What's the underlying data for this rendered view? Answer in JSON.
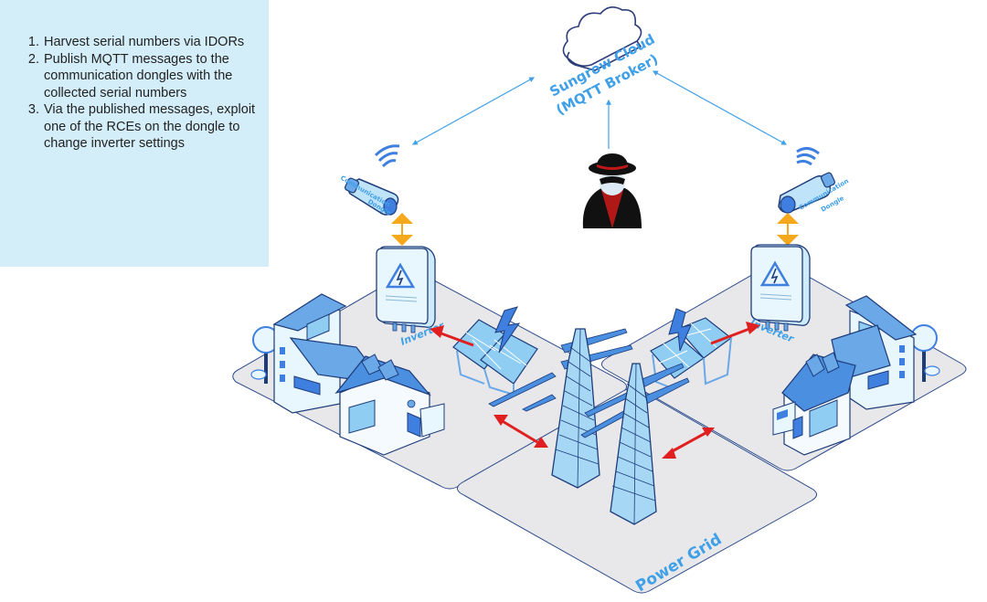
{
  "attack_steps": {
    "items": [
      "Harvest serial numbers via IDORs",
      "Publish MQTT messages to the communication dongles with the collected serial numbers",
      "Via the published messages, exploit one of the RCEs on the dongle to change inverter settings"
    ]
  },
  "labels": {
    "cloud_line1": "Sungrow Cloud",
    "cloud_line2": "(MQTT Broker)",
    "dongle_left_line1": "Communication",
    "dongle_left_line2": "Dongle",
    "dongle_right_line1": "Communication",
    "dongle_right_line2": "Dongle",
    "inverter_left": "Inverter",
    "inverter_right": "Inverter",
    "power_grid": "Power Grid"
  },
  "icons": {
    "cloud": "cloud-icon",
    "attacker": "hacker-icon",
    "dongle": "wifi-dongle-icon",
    "inverter": "inverter-icon",
    "solar": "solar-panel-icon",
    "house": "house-icon",
    "tower": "power-tower-icon"
  },
  "colors": {
    "steps_background": "#D4EEF9",
    "mqtt_arrow": "#3FA0E8",
    "dongle_inverter_arrow": "#F5A81C",
    "power_arrow": "#E02020",
    "platform": "#E8E8EA",
    "accent_blue": "#4A8FE0"
  }
}
